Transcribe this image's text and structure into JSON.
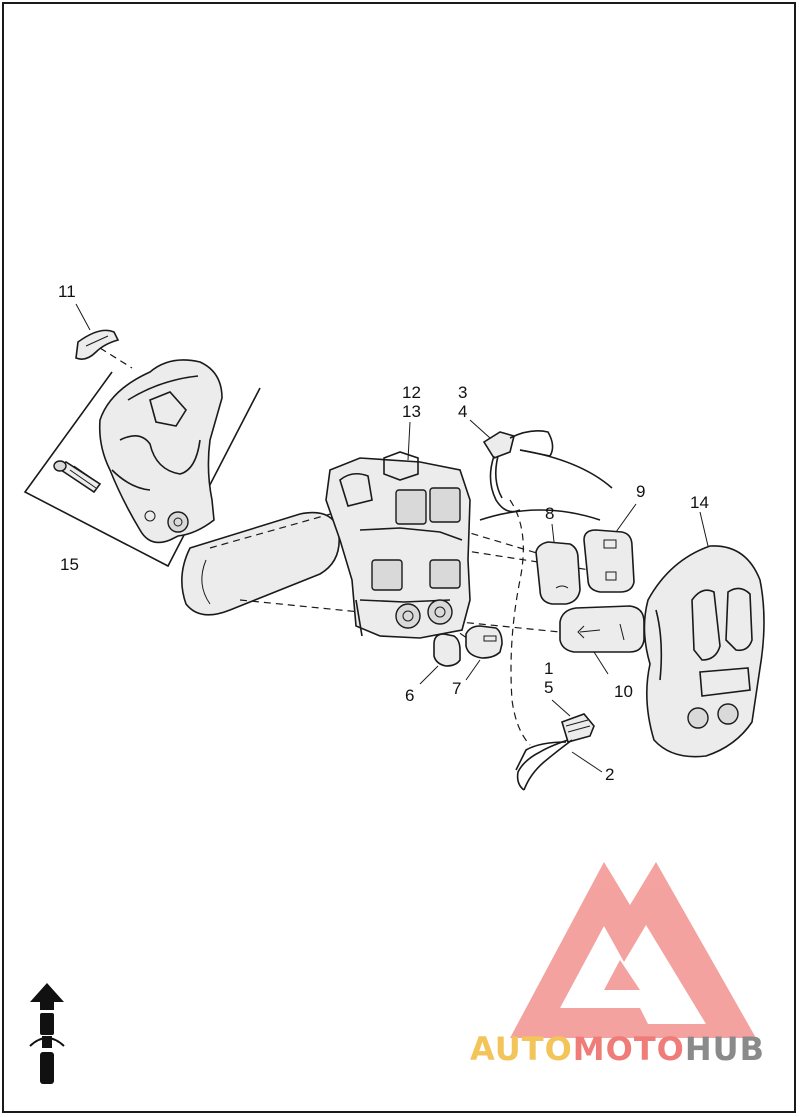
{
  "callouts": {
    "c1": "1",
    "c2": "2",
    "c3": "3",
    "c4": "4",
    "c5": "5",
    "c6": "6",
    "c7": "7",
    "c8": "8",
    "c9": "9",
    "c10": "10",
    "c11": "11",
    "c12": "12",
    "c13": "13",
    "c14": "14",
    "c15": "15"
  },
  "watermark": {
    "part1": "AUTO",
    "part2": "MOTO",
    "part3": "HUB",
    "color1": "#f3c45a",
    "color2": "#ef7c78",
    "color3": "#8a8a8a",
    "logo_color": "#ef7c78"
  },
  "orientation_icon": "motorcycle-forward-arrow-icon"
}
